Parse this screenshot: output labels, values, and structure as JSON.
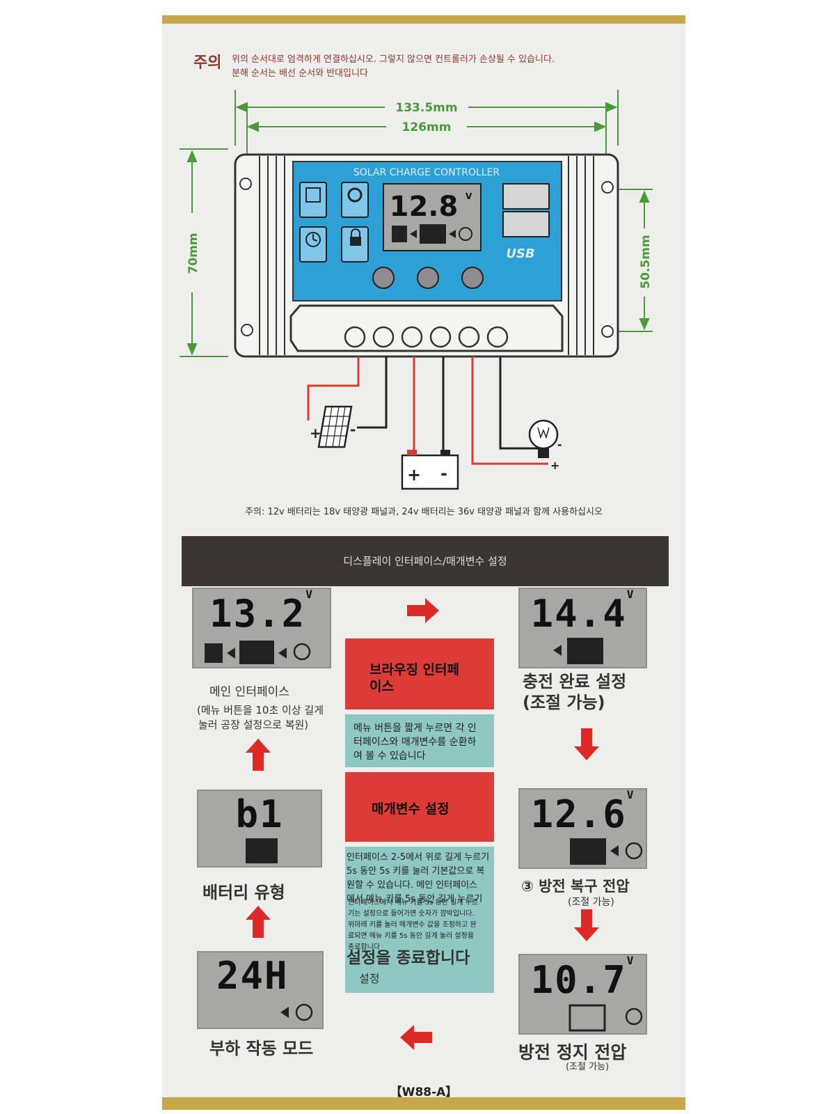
{
  "warning": {
    "title": "주의",
    "line1": "위의 순서대로 엄격하게 연결하십시오. 그렇지 않으면 컨트롤러가 손상될 수 있습니다.",
    "line2": "분해 순서는 배선 순서와 반대입니다"
  },
  "diagram": {
    "dim_outer_width": "133.5mm",
    "dim_inner_width": "126mm",
    "dim_height": "70mm",
    "dim_hole_spacing": "50.5mm",
    "panel_title": "SOLAR CHARGE CONTROLLER",
    "lcd_value": "12.8",
    "lcd_unit": "V",
    "usb_label": "USB"
  },
  "note": "주의: 12v 배터리는 18v 태양광 패널과, 24v 배터리는 36v 태양광 패널과 함께 사용하십시오",
  "section_title": "디스플레이 인터페이스/매개변수 설정",
  "screens": {
    "main": {
      "value": "13.2",
      "unit": "V",
      "label": "메인 인터페이스",
      "sub1": "(메뉴 버튼을 10초 이상 길게",
      "sub2": "눌러 공장 설정으로 복원)"
    },
    "charge": {
      "value": "14.4",
      "unit": "V",
      "label1": "충전 완료 설정",
      "label2": "(조절 가능)"
    },
    "recover": {
      "value": "12.6",
      "unit": "V",
      "label": "③ 방전 복구 전압",
      "sub": "(조절 가능)"
    },
    "stop": {
      "value": "10.7",
      "unit": "V",
      "label": "방전 정지 전압",
      "sub": "(조절 가능)"
    },
    "battery": {
      "value": "b1",
      "label": "배터리 유형"
    },
    "load": {
      "value": "24H",
      "label": "부하 작동 모드"
    }
  },
  "center": {
    "browse_title1": "브라우징 인터페",
    "browse_title2": "이스",
    "browse_desc1": "메뉴 버튼을 짧게 누르면 각 인",
    "browse_desc2": "터페이스와 매개변수를 순환하",
    "browse_desc3": "여 볼 수 있습니다",
    "param_title": "매개변수 설정",
    "param_desc1": "인터페이스 2-5에서 위로 길게 누르기",
    "param_desc2": "5s 동안 5s 키를 눌러 기본값으로 복",
    "param_desc3": "원할 수 있습니다. 메인 인터페이스",
    "param_desc4": "에서 메뉴 키를 5s 동안 길게 누르기",
    "param_small1": "인터페이스에서 메뉴 키를 5s 동안 길게 누르",
    "param_small2": "기는 설정으로 들어가면 숫자가 깜박입니다.",
    "param_small3": "위아래 키를 눌러 매개변수 값을 조정하고 완",
    "param_small4": "료되면 메뉴 키를 5s 동안 길게 눌러 설정을",
    "param_small5": "종료합니다",
    "exit_big": "설정을 종료합니다",
    "exit_small": "설정"
  },
  "footer": "【W88-A】",
  "colors": {
    "red": "#dd3b36",
    "teal": "#8fc7c2",
    "controller_blue": "#2fa0d6",
    "dimension_green": "#4a9a3a",
    "warning_brown": "#8b3a2a"
  }
}
